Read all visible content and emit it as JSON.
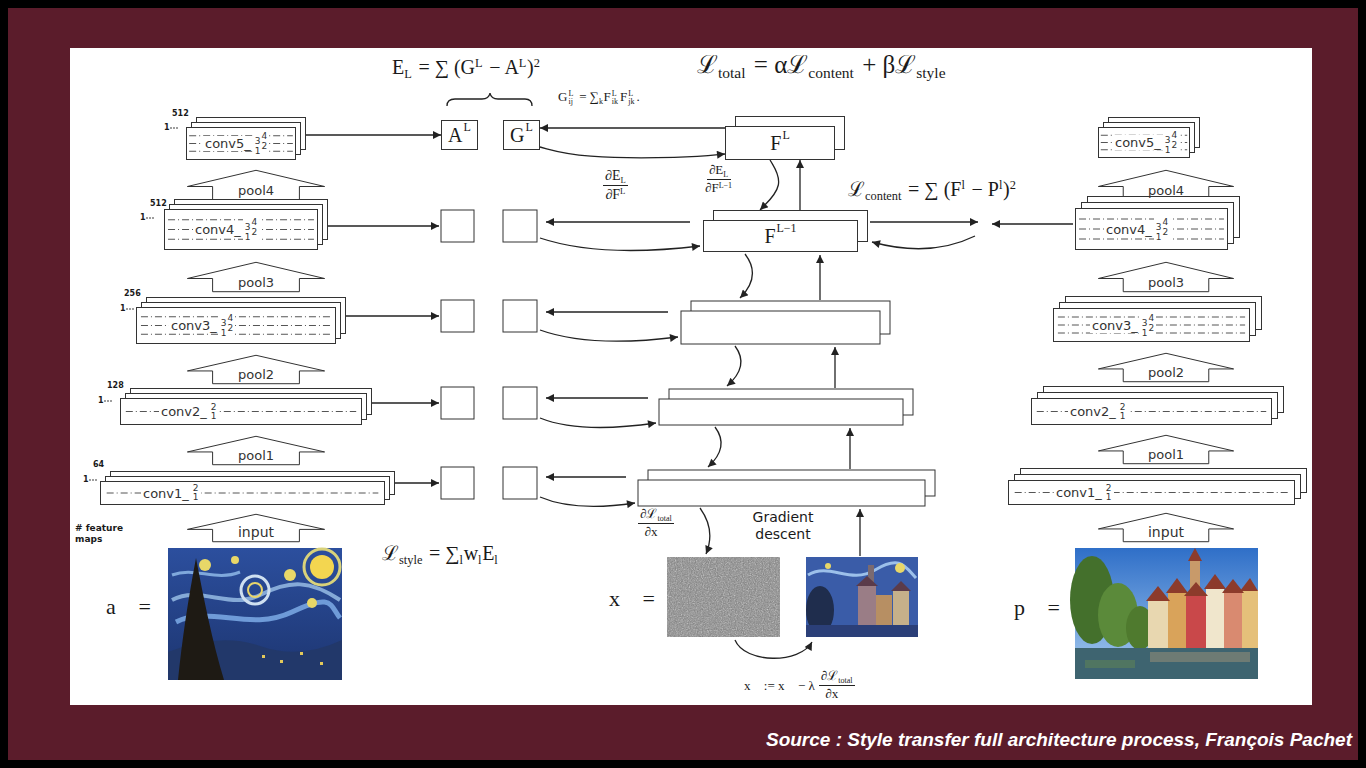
{
  "diagram": {
    "caption": "Source : Style transfer full architecture process, François Pachet",
    "nodes": [
      {
        "text": [
          "conv5_",
          "3",
          "4",
          "2",
          "1"
        ]
      },
      {
        "text": [
          "A",
          "L"
        ]
      },
      {
        "text": [
          "G",
          "L"
        ]
      },
      {
        "text": [
          "F",
          "L"
        ]
      },
      {
        "text": [
          "conv5_",
          "3",
          "4",
          "2",
          "1"
        ]
      },
      {
        "text": [
          "pool4"
        ]
      },
      {
        "text": [
          "pool4"
        ]
      },
      {
        "text": [
          "conv4_",
          "3",
          "4",
          "2",
          "1"
        ]
      },
      {
        "text": [
          "F",
          "L−1"
        ]
      },
      {
        "text": [
          "conv4_",
          "3",
          "4",
          "2",
          "1"
        ]
      },
      {
        "text": [
          "pool3"
        ]
      },
      {
        "text": [
          "pool3"
        ]
      },
      {
        "text": [
          "conv3_",
          "3",
          "4",
          "2",
          "1"
        ]
      },
      {
        "text": [
          "conv3_",
          "3",
          "4",
          "2",
          "1"
        ]
      },
      {
        "text": [
          "pool2"
        ]
      },
      {
        "text": [
          "pool2"
        ]
      },
      {
        "text": [
          "conv2_",
          "2",
          "1"
        ]
      },
      {
        "text": [
          "conv2_",
          "2",
          "1"
        ]
      },
      {
        "text": [
          "pool1"
        ]
      },
      {
        "text": [
          "pool1"
        ]
      },
      {
        "text": [
          "conv1_",
          "2",
          "1"
        ]
      },
      {
        "text": [
          "conv1_",
          "2",
          "1"
        ]
      },
      {
        "text": [
          "input"
        ]
      },
      {
        "text": [
          "input"
        ]
      }
    ],
    "edges": [
      {
        "from": 0,
        "to": 1,
        "arrow": "to"
      },
      {
        "from": 3,
        "to": 2,
        "arrow": "to"
      },
      {
        "from": 2,
        "to": 3,
        "arrow": "to"
      },
      {
        "from": 3,
        "to": 8,
        "arrow": "to"
      },
      {
        "from": 8,
        "to": 3,
        "arrow": "to"
      }
    ],
    "labels": [
      "E",
      "L",
      "= ∑ (G",
      "L",
      "− A",
      "L",
      ")",
      "2",
      "ℒ",
      "total",
      "= αℒ",
      "content",
      "+ βℒ",
      "style",
      "G",
      "L",
      "ij",
      "= ∑",
      "k",
      "F",
      "L",
      "ik",
      "F",
      "L",
      "jk",
      ".",
      "512",
      "1",
      "∂E",
      "L",
      "∂F",
      "L",
      "∂E",
      "L",
      "∂F",
      "L−1",
      "ℒ",
      "content",
      "= ∑ (F",
      "l",
      "− P",
      "l",
      ")",
      "2",
      "512",
      "1",
      "256",
      "1",
      "128",
      "1",
      "64",
      "1",
      "# feature maps",
      "∂ℒ",
      "total",
      "∂x⃗",
      "Gradient descent",
      "ℒ",
      "style",
      "= ∑",
      "l",
      "w",
      "l",
      "E",
      "l",
      "a⃗ =",
      "x⃗ =",
      "p⃗ =",
      "x⃗ := x⃗ − λ",
      "∂ℒ",
      "total",
      "∂x⃗"
    ]
  }
}
